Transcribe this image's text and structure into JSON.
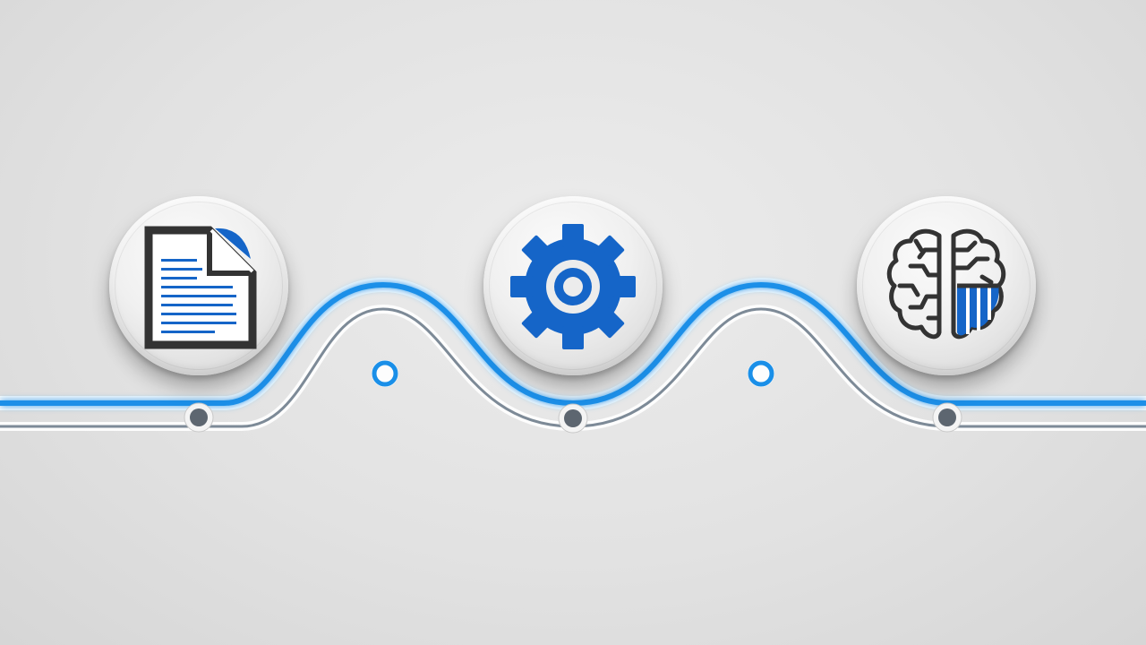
{
  "diagram": {
    "type": "process-flow",
    "steps": [
      {
        "id": "document",
        "icon": "document-icon"
      },
      {
        "id": "process",
        "icon": "gear-icon"
      },
      {
        "id": "insight",
        "icon": "brain-icon"
      }
    ]
  },
  "colors": {
    "background": "#e4e4e4",
    "accent_blue": "#1a8fe8",
    "icon_blue": "#1565c8",
    "line_gray": "#7d8a97",
    "icon_dark": "#333333"
  }
}
